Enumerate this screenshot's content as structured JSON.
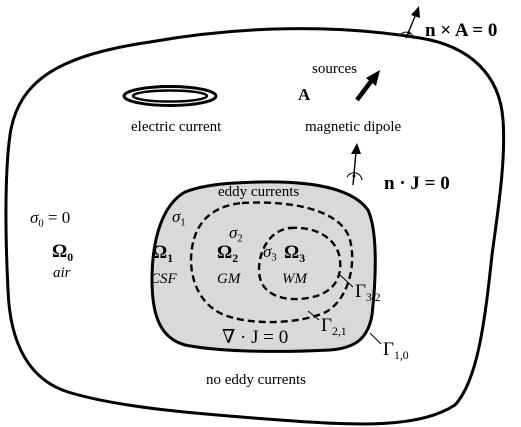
{
  "labels": {
    "bc_outer": "n × A = 0",
    "sources": "sources",
    "source_symbol": "A",
    "electric_current": "electric current",
    "magnetic_dipole": "magnetic dipole",
    "bc_inner": "n · J = 0",
    "eddy_currents": "eddy currents",
    "no_eddy_currents": "no eddy currents",
    "divergence": "∇ · J = 0",
    "sigma0": {
      "base": "σ",
      "sub": "0",
      "rest": " = 0"
    },
    "omega0": {
      "base": "Ω",
      "sub": "0"
    },
    "air": "air",
    "sigma1": {
      "base": "σ",
      "sub": "1"
    },
    "omega1": {
      "base": "Ω",
      "sub": "1"
    },
    "csf": "CSF",
    "sigma2": {
      "base": "σ",
      "sub": "2"
    },
    "omega2": {
      "base": "Ω",
      "sub": "2"
    },
    "gm": "GM",
    "sigma3": {
      "base": "σ",
      "sub": "3"
    },
    "omega3": {
      "base": "Ω",
      "sub": "3"
    },
    "wm": "WM",
    "gamma32": {
      "base": "Γ",
      "sub": "3,2"
    },
    "gamma21": {
      "base": "Γ",
      "sub": "2,1"
    },
    "gamma10": {
      "base": "Γ",
      "sub": "1,0"
    }
  },
  "colors": {
    "conductor_fill": "#d9d9d9",
    "line": "#000000",
    "background": "#ffffff"
  }
}
